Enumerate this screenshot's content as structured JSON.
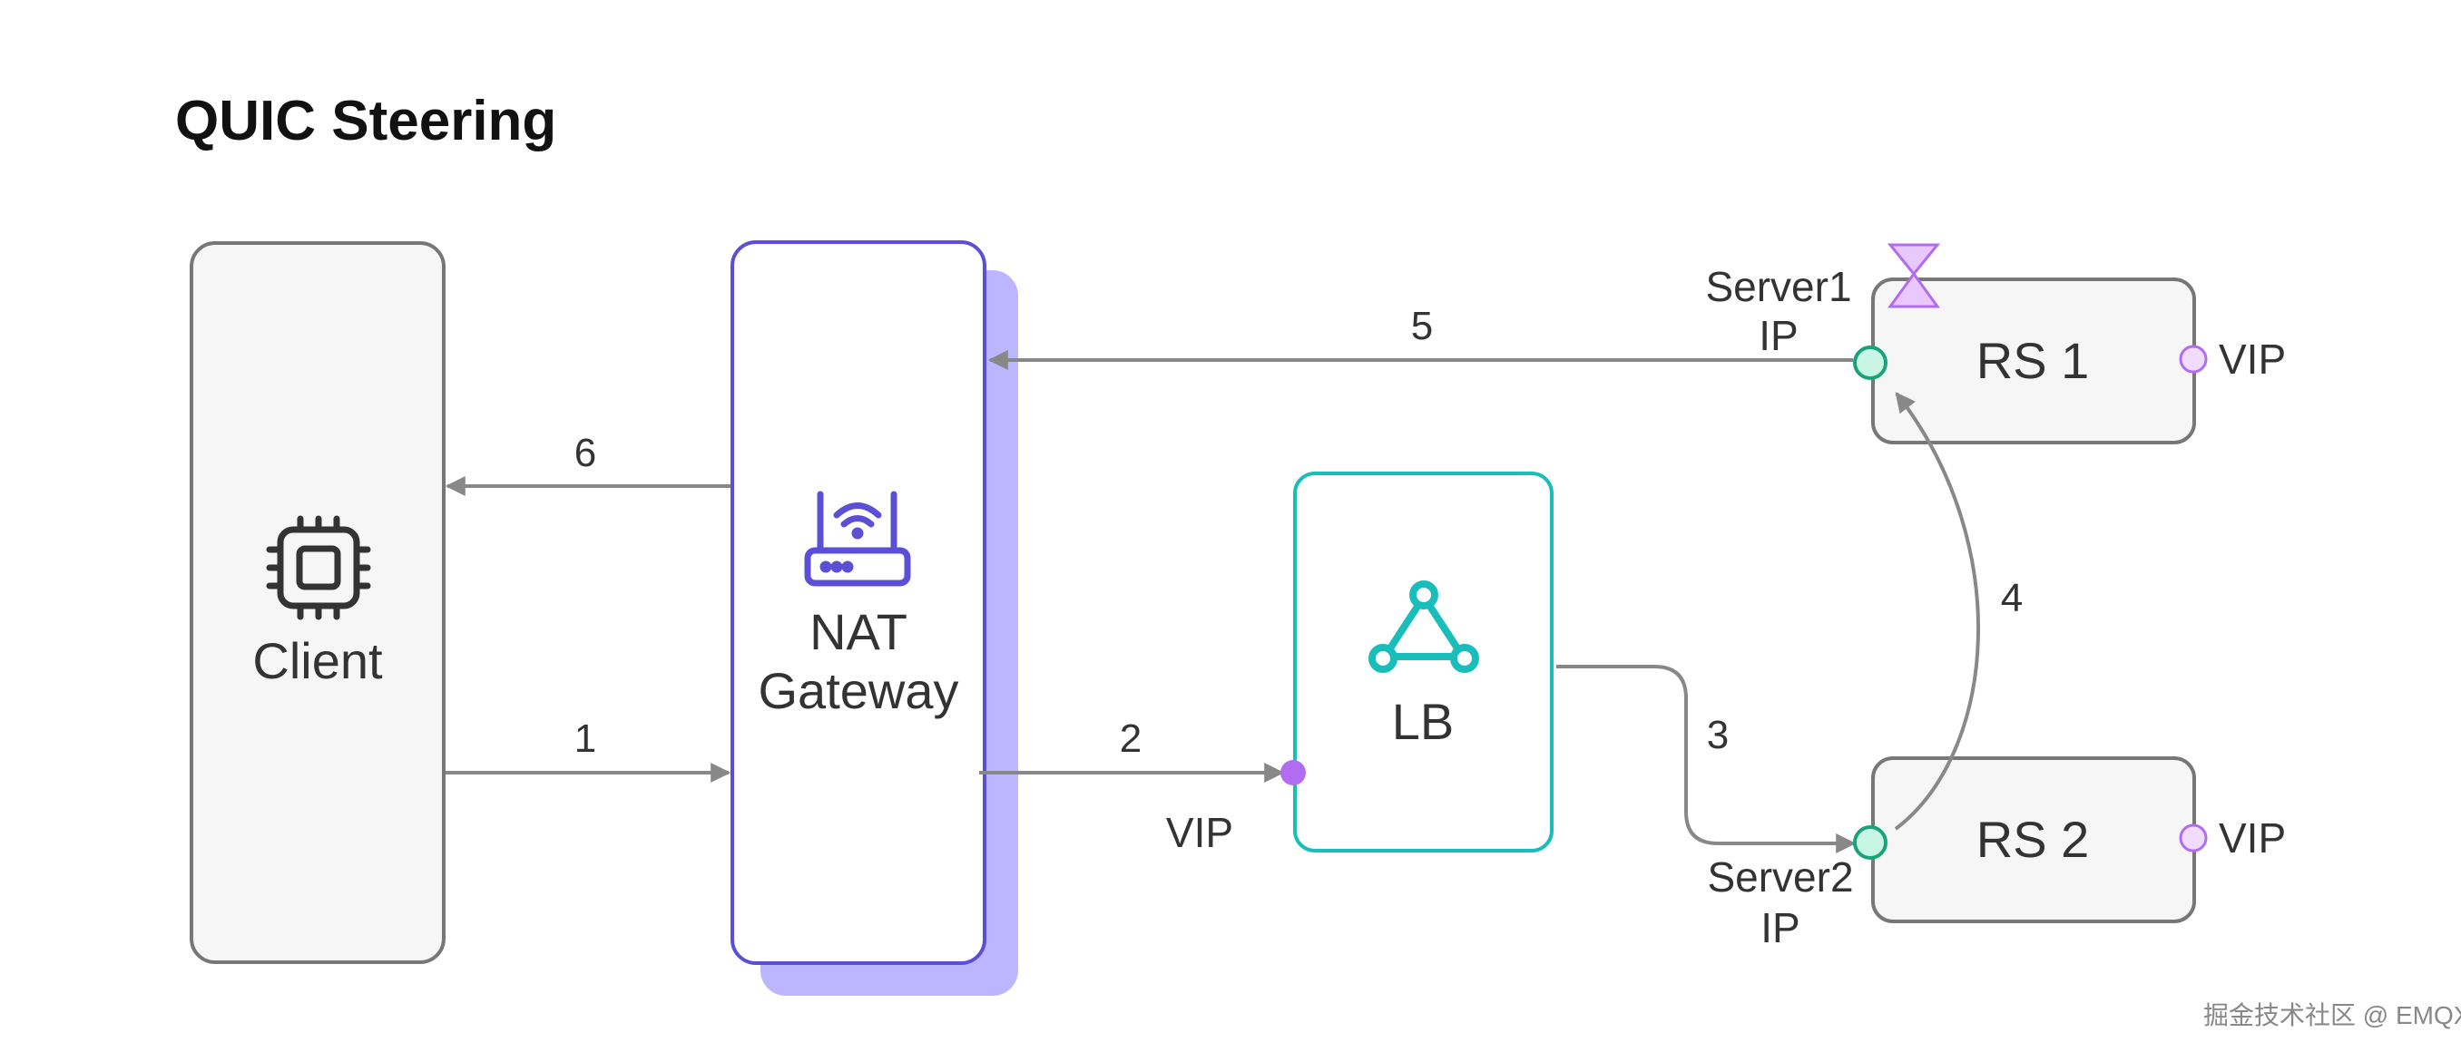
{
  "title": "QUIC Steering",
  "nodes": {
    "client": "Client",
    "nat_line1": "NAT",
    "nat_line2": "Gateway",
    "lb": "LB",
    "rs1": "RS 1",
    "rs2": "RS 2"
  },
  "port_labels": {
    "server1_line1": "Server1",
    "server1_line2": "IP",
    "server2_line1": "Server2",
    "server2_line2": "IP",
    "lb_vip": "VIP",
    "rs1_vip": "VIP",
    "rs2_vip": "VIP"
  },
  "steps": [
    "1",
    "2",
    "3",
    "4",
    "5",
    "6"
  ],
  "icons": {
    "client": "cpu-chip-icon",
    "nat": "wifi-router-icon",
    "lb": "triangle-network-icon",
    "rs1_marker": "hourglass-icon"
  },
  "colors": {
    "nat": "#5b4fd6",
    "nat_shadow": "#bcb5ff",
    "lb": "#19bdb9",
    "server_ip_port": "#1aa37a",
    "vip_port": "#b26cf2",
    "arrow": "#888888"
  },
  "watermark": "掘金技术社区 @ EMQX"
}
